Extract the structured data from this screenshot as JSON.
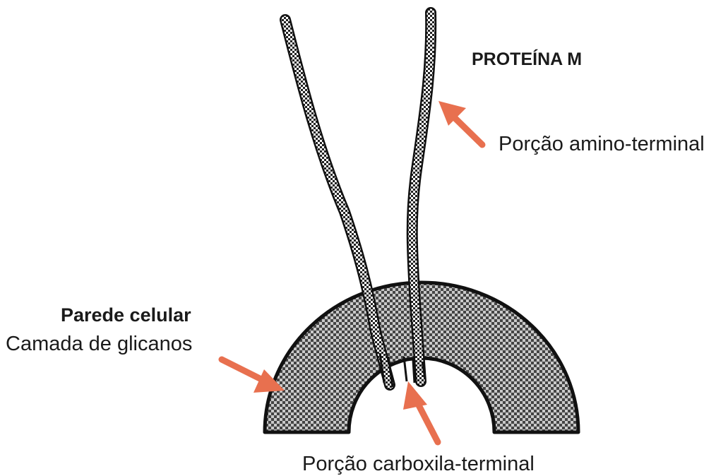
{
  "labels": {
    "title": "PROTEÍNA M",
    "amino_terminal": "Porção amino-terminal",
    "cell_wall_title": "Parede celular",
    "cell_wall_subtitle": "Camada de glicanos",
    "carboxyl_terminal": "Porção carboxila-terminal"
  },
  "colors": {
    "arrow": "#e8704f",
    "outline": "#111111",
    "text": "#1a1a1a",
    "background": "#ffffff"
  }
}
